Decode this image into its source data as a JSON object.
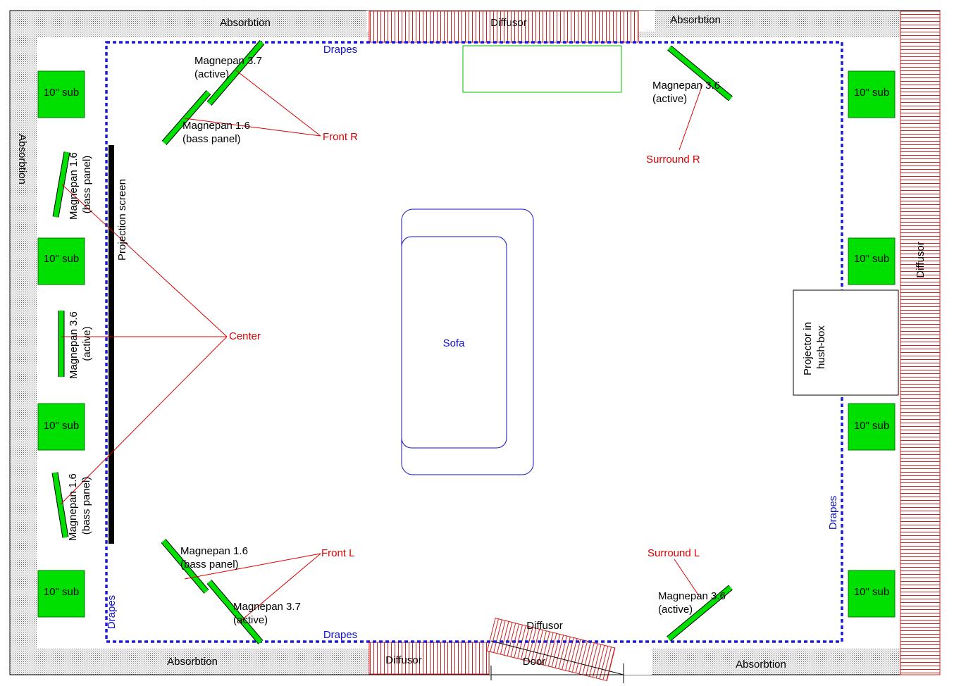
{
  "colors": {
    "absorption_fill": "#d8d8d8",
    "diffusor_stripe": "#cc2222",
    "speaker_green": "#00e000",
    "drapes_blue": "#1a1ae0",
    "label_red": "#dd0000",
    "sofa_blue": "#1010cc",
    "screen_black": "#000000"
  },
  "treatments": {
    "absorption_top_left": "Absorbtion",
    "diffusor_top": "Diffusor",
    "absorption_top_right": "Absorbtion",
    "absorption_left": "Absorbtion",
    "diffusor_right": "Diffusor",
    "absorption_bottom_left": "Absorbtion",
    "diffusor_bottom": "Diffusor",
    "diffusor_angled": "Diffusor",
    "absorption_bottom_right": "Absorbtion"
  },
  "drapes": {
    "top": "Drapes",
    "bottom": "Drapes",
    "left": "Drapes",
    "right": "Drapes"
  },
  "subs": {
    "left_1": "10\" sub",
    "left_2": "10\" sub",
    "left_3": "10\" sub",
    "left_4": "10\" sub",
    "right_1": "10\" sub",
    "right_2": "10\" sub",
    "right_3": "10\" sub",
    "right_4": "10\" sub"
  },
  "speakers": {
    "front_r_37": [
      "Magnepan 3.7",
      "(active)"
    ],
    "front_r_16": [
      "Magnepan 1.6",
      "(bass panel)"
    ],
    "surround_r_36": [
      "Magnepan 3.6",
      "(active)"
    ],
    "center_top_16": [
      "Magnepan 1.6",
      "(bass panel)"
    ],
    "center_36": [
      "Magnepan 3.6",
      "(active)"
    ],
    "center_bottom_16": [
      "Magnepan 1.6",
      "(bass panel)"
    ],
    "front_l_16": [
      "Magnepan 1.6",
      "(bass panel)"
    ],
    "front_l_37": [
      "Magnepan 3.7",
      "(active)"
    ],
    "surround_l_36": [
      "Magnepan 3.6",
      "(active)"
    ]
  },
  "channels": {
    "front_r": "Front R",
    "surround_r": "Surround R",
    "center": "Center",
    "front_l": "Front L",
    "surround_l": "Surround L"
  },
  "furniture": {
    "projection_screen": "Projection screen",
    "sofa": "Sofa",
    "projector": [
      "Projector in",
      "hush-box"
    ],
    "door": "Door"
  }
}
